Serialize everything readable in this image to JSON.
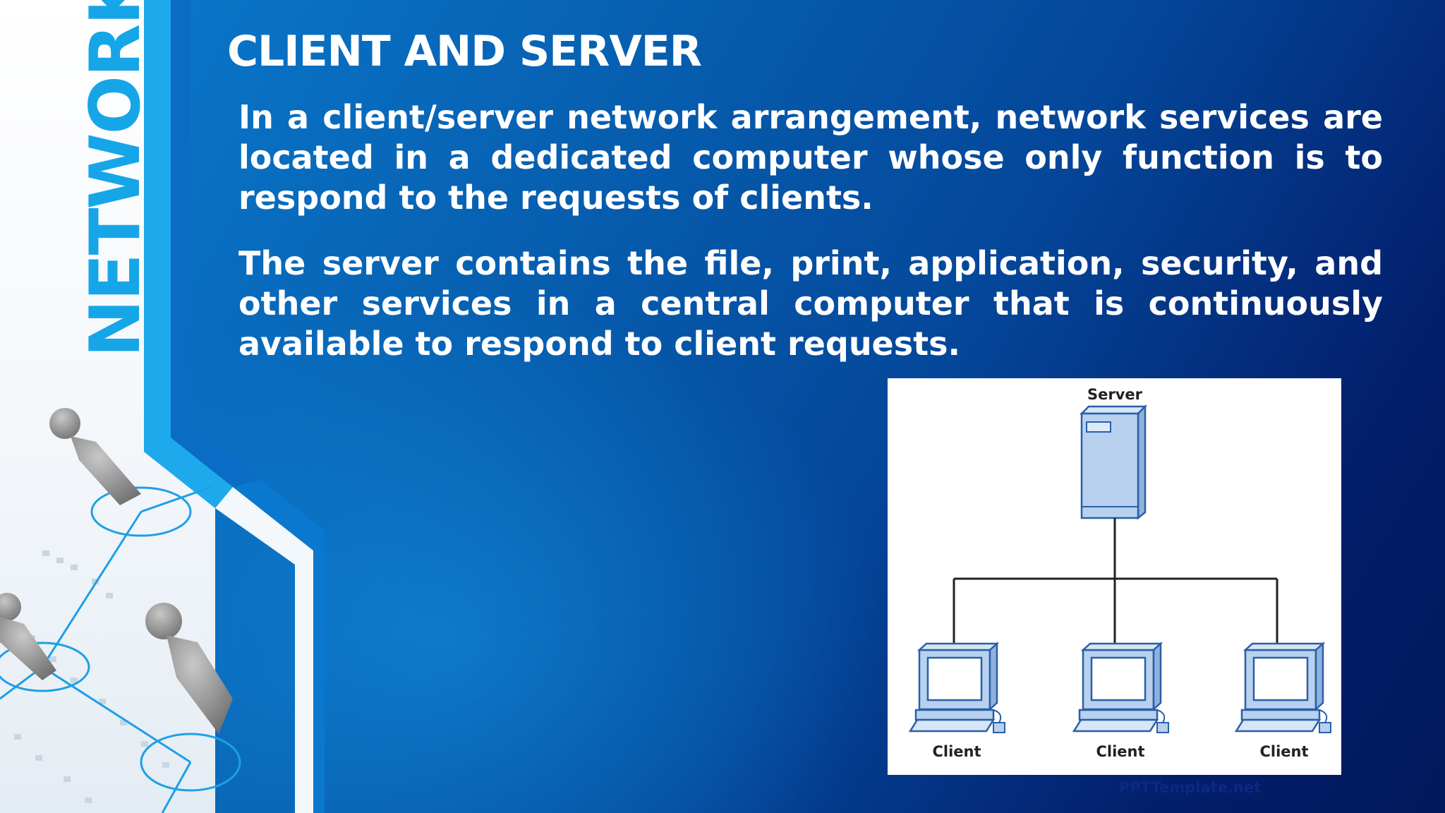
{
  "side_word": "NETWORK",
  "title": "CLIENT AND SERVER",
  "paragraphs": [
    "In a client/server network arrangement, network services are located in a dedicated computer whose only function is to respond to the requests of clients.",
    "The server contains the file, print, application, security, and other services in a central computer that is continuously available to respond to client requests."
  ],
  "diagram": {
    "server_label": "Server",
    "client_labels": [
      "Client",
      "Client",
      "Client"
    ]
  },
  "watermark": "PPTTemplate.net",
  "colors": {
    "accent_cyan": "#16a6e8",
    "bg_dark": "#02185c",
    "node_blue": "#b7d1ee"
  }
}
